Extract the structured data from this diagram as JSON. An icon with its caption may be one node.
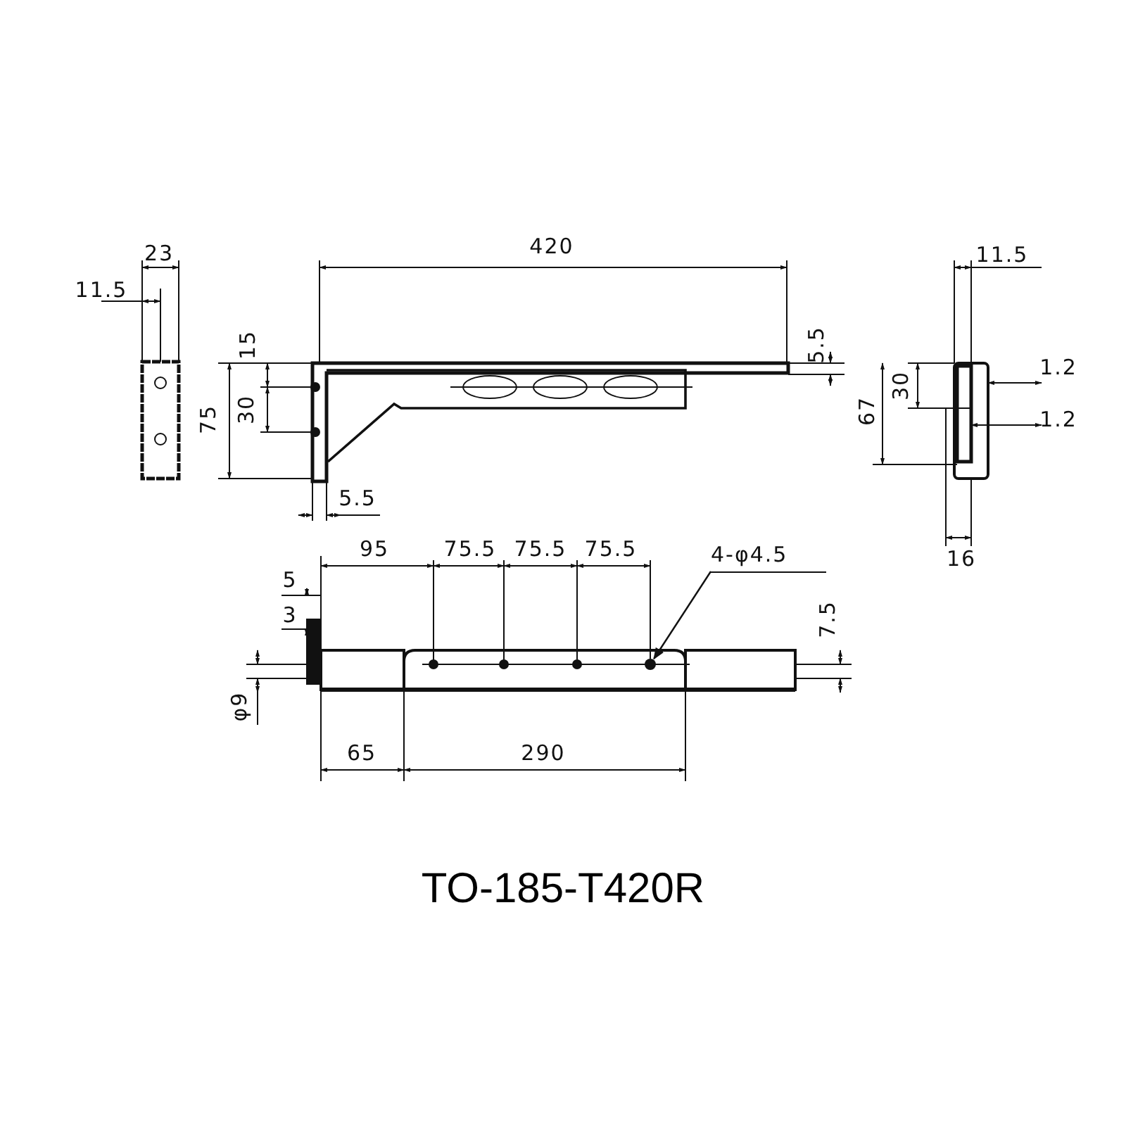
{
  "diagram": {
    "caption": "TO-185-T420R",
    "nodes": [
      {
        "text": [
          "4-φ4.5"
        ]
      },
      {
        "text": [],
        "shape": "circle"
      }
    ],
    "edges": [
      {
        "from": 0,
        "to": 1,
        "arrow": "to"
      }
    ],
    "labels": [
      "420",
      "23",
      "11.5",
      "11.5",
      "15",
      "5.5",
      "1.2",
      "75",
      "30",
      "30",
      "67",
      "1.2",
      "5.5",
      "16",
      "95",
      "75.5",
      "75.5",
      "75.5",
      "5",
      "3",
      "7.5",
      "φ9",
      "65",
      "290"
    ]
  }
}
